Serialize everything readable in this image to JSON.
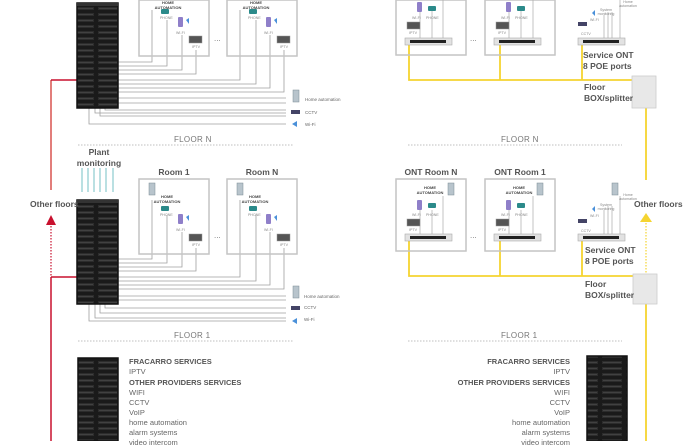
{
  "colors": {
    "copper_line": "#c8102e",
    "fiber_line": "#f5d430",
    "wire": "#9a9a9a",
    "room_border": "#bdbdbd",
    "plant_monitor": "#8ccbcf",
    "text_dark": "#555555"
  },
  "left": {
    "top_rooms": [
      {
        "name": "",
        "home_automation": "HOME AUTOMATION",
        "phone": "PHONE",
        "wifi": "WI-FI",
        "iptv": "IPTV"
      },
      {
        "name": "",
        "home_automation": "HOME AUTOMATION",
        "phone": "PHONE",
        "wifi": "WI-FI",
        "iptv": "IPTV"
      }
    ],
    "ellipsis": "...",
    "floor_n_label": "FLOOR N",
    "plant_monitoring": "Plant monitoring",
    "other_floors": "Other floors",
    "rooms": [
      {
        "name": "Room 1",
        "home_automation": "HOME AUTOMATION",
        "phone": "PHONE",
        "wifi": "WI-FI",
        "iptv": "IPTV"
      },
      {
        "name": "Room N",
        "home_automation": "HOME AUTOMATION",
        "phone": "PHONE",
        "wifi": "WI-FI",
        "iptv": "IPTV"
      }
    ],
    "common_devices": [
      "Home automation",
      "CCTV",
      "Wi-Fi"
    ],
    "floor_1_label": "FLOOR 1",
    "services": {
      "fracarro_title": "FRACARRO SERVICES",
      "fracarro_items": [
        "IPTV"
      ],
      "other_title": "OTHER PROVIDERS SERVICES",
      "other_items": [
        "WIFI",
        "CCTV",
        "VoIP",
        "home automation",
        "alarm systems",
        "video intercom"
      ]
    }
  },
  "right": {
    "top_rooms": [
      {
        "name": "",
        "wifi": "WI-FI",
        "phone": "PHONE",
        "iptv": "IPTV"
      },
      {
        "name": "",
        "wifi": "WI-FI",
        "phone": "PHONE",
        "iptv": "IPTV"
      }
    ],
    "ellipsis": "...",
    "floor_n_label": "FLOOR N",
    "rooms": [
      {
        "name": "ONT Room N",
        "home_automation": "HOME AUTOMATION",
        "wifi": "WI-FI",
        "phone": "PHONE",
        "iptv": "IPTV"
      },
      {
        "name": "ONT Room 1",
        "home_automation": "HOME AUTOMATION",
        "wifi": "WI-FI",
        "phone": "PHONE",
        "iptv": "IPTV"
      }
    ],
    "service_ont": {
      "title_line1": "Service ONT",
      "title_line2": "8 POE ports",
      "cctv": "CCTV",
      "wifi": "WI-FI",
      "system_monitoring": "System monitoring",
      "home_automation": "Home automation"
    },
    "floor_box": {
      "line1": "Floor",
      "line2": "BOX/splitter"
    },
    "other_floors": "Other floors",
    "floor_1_label": "FLOOR 1",
    "services": {
      "fracarro_title": "FRACARRO SERVICES",
      "fracarro_items": [
        "IPTV"
      ],
      "other_title": "OTHER PROVIDERS SERVICES",
      "other_items": [
        "WIFI",
        "CCTV",
        "VoIP",
        "home automation",
        "alarm systems",
        "video intercom"
      ]
    }
  }
}
